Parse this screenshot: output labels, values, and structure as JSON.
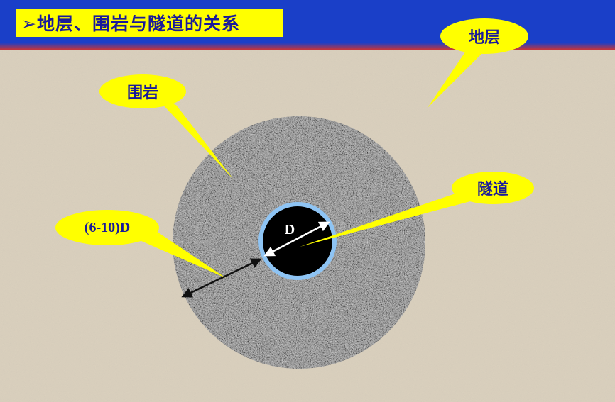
{
  "title": "➢地层、围岩与隧道的关系",
  "labels": {
    "stratum": "地层",
    "surrounding_rock": "围岩",
    "tunnel": "隧道",
    "range": "(6-10)D",
    "diameter": "D"
  },
  "colors": {
    "header_band": "#1a3fc8",
    "title_box": "#ffff00",
    "label_text": "#1a1a9a",
    "callout_fill": "#ffff00",
    "ground": "#dcd2bf",
    "rock": "#9a9a9a",
    "tunnel_fill": "#000000",
    "tunnel_ring": "#8ec4f4"
  }
}
